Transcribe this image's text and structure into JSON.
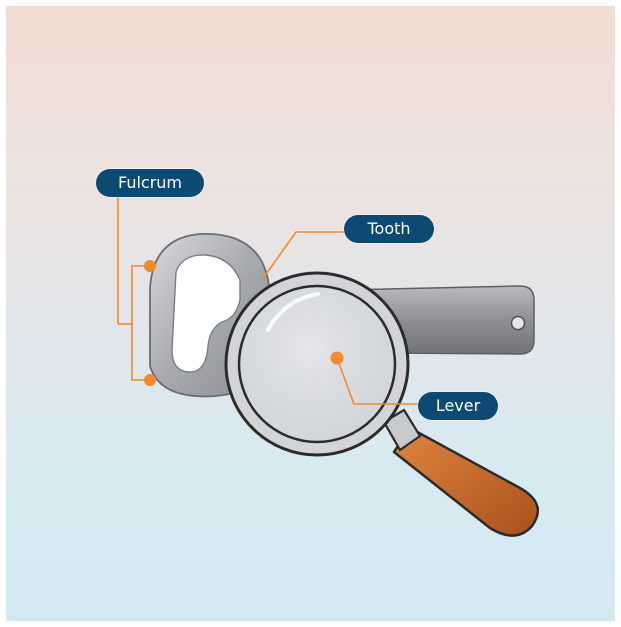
{
  "labels": {
    "fulcrum": "Fulcrum",
    "tooth": "Tooth",
    "lever": "Lever"
  },
  "icons": {
    "main": "bottle-opener-icon",
    "magnifier": "magnifying-glass-icon"
  },
  "colors": {
    "label_bg": "#0c4a73",
    "label_text": "#ffffff",
    "accent": "#f08a2c",
    "metal": "#9a9c9f",
    "handle": "#c96a28",
    "bg_top": "#f1ddd2",
    "bg_bottom": "#d3e9f2"
  }
}
